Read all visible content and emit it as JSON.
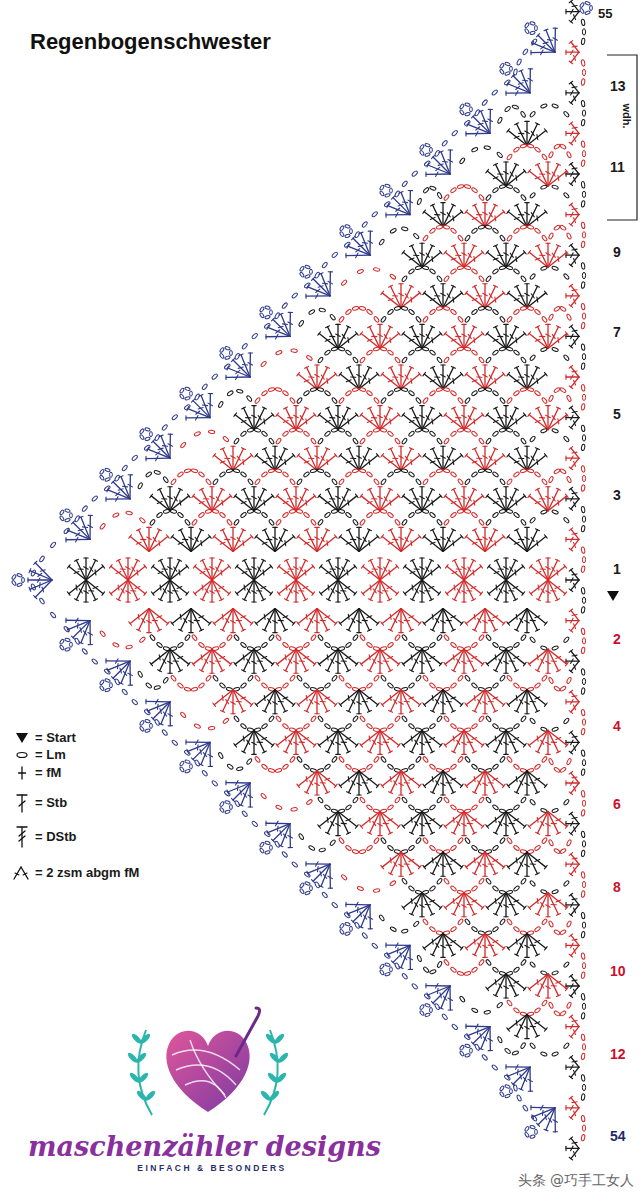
{
  "diagram": {
    "title": "Regenbogenschwester",
    "labels": [
      "55",
      "13",
      "wdh.",
      "11",
      "9",
      "7",
      "5",
      "3",
      "1",
      "2",
      "4",
      "6",
      "8",
      "10",
      "12",
      "54",
      "maschenzähler designs",
      "EINFACH & BESONDERS",
      "头条 @巧手工女人"
    ],
    "legend": [
      {
        "text": "= Start"
      },
      {
        "text": "= Lm"
      },
      {
        "text": "= fM"
      },
      {
        "text": "= Stb"
      },
      {
        "text": "= DStb"
      },
      {
        "text": "= 2 zsm abgm fM"
      }
    ]
  }
}
